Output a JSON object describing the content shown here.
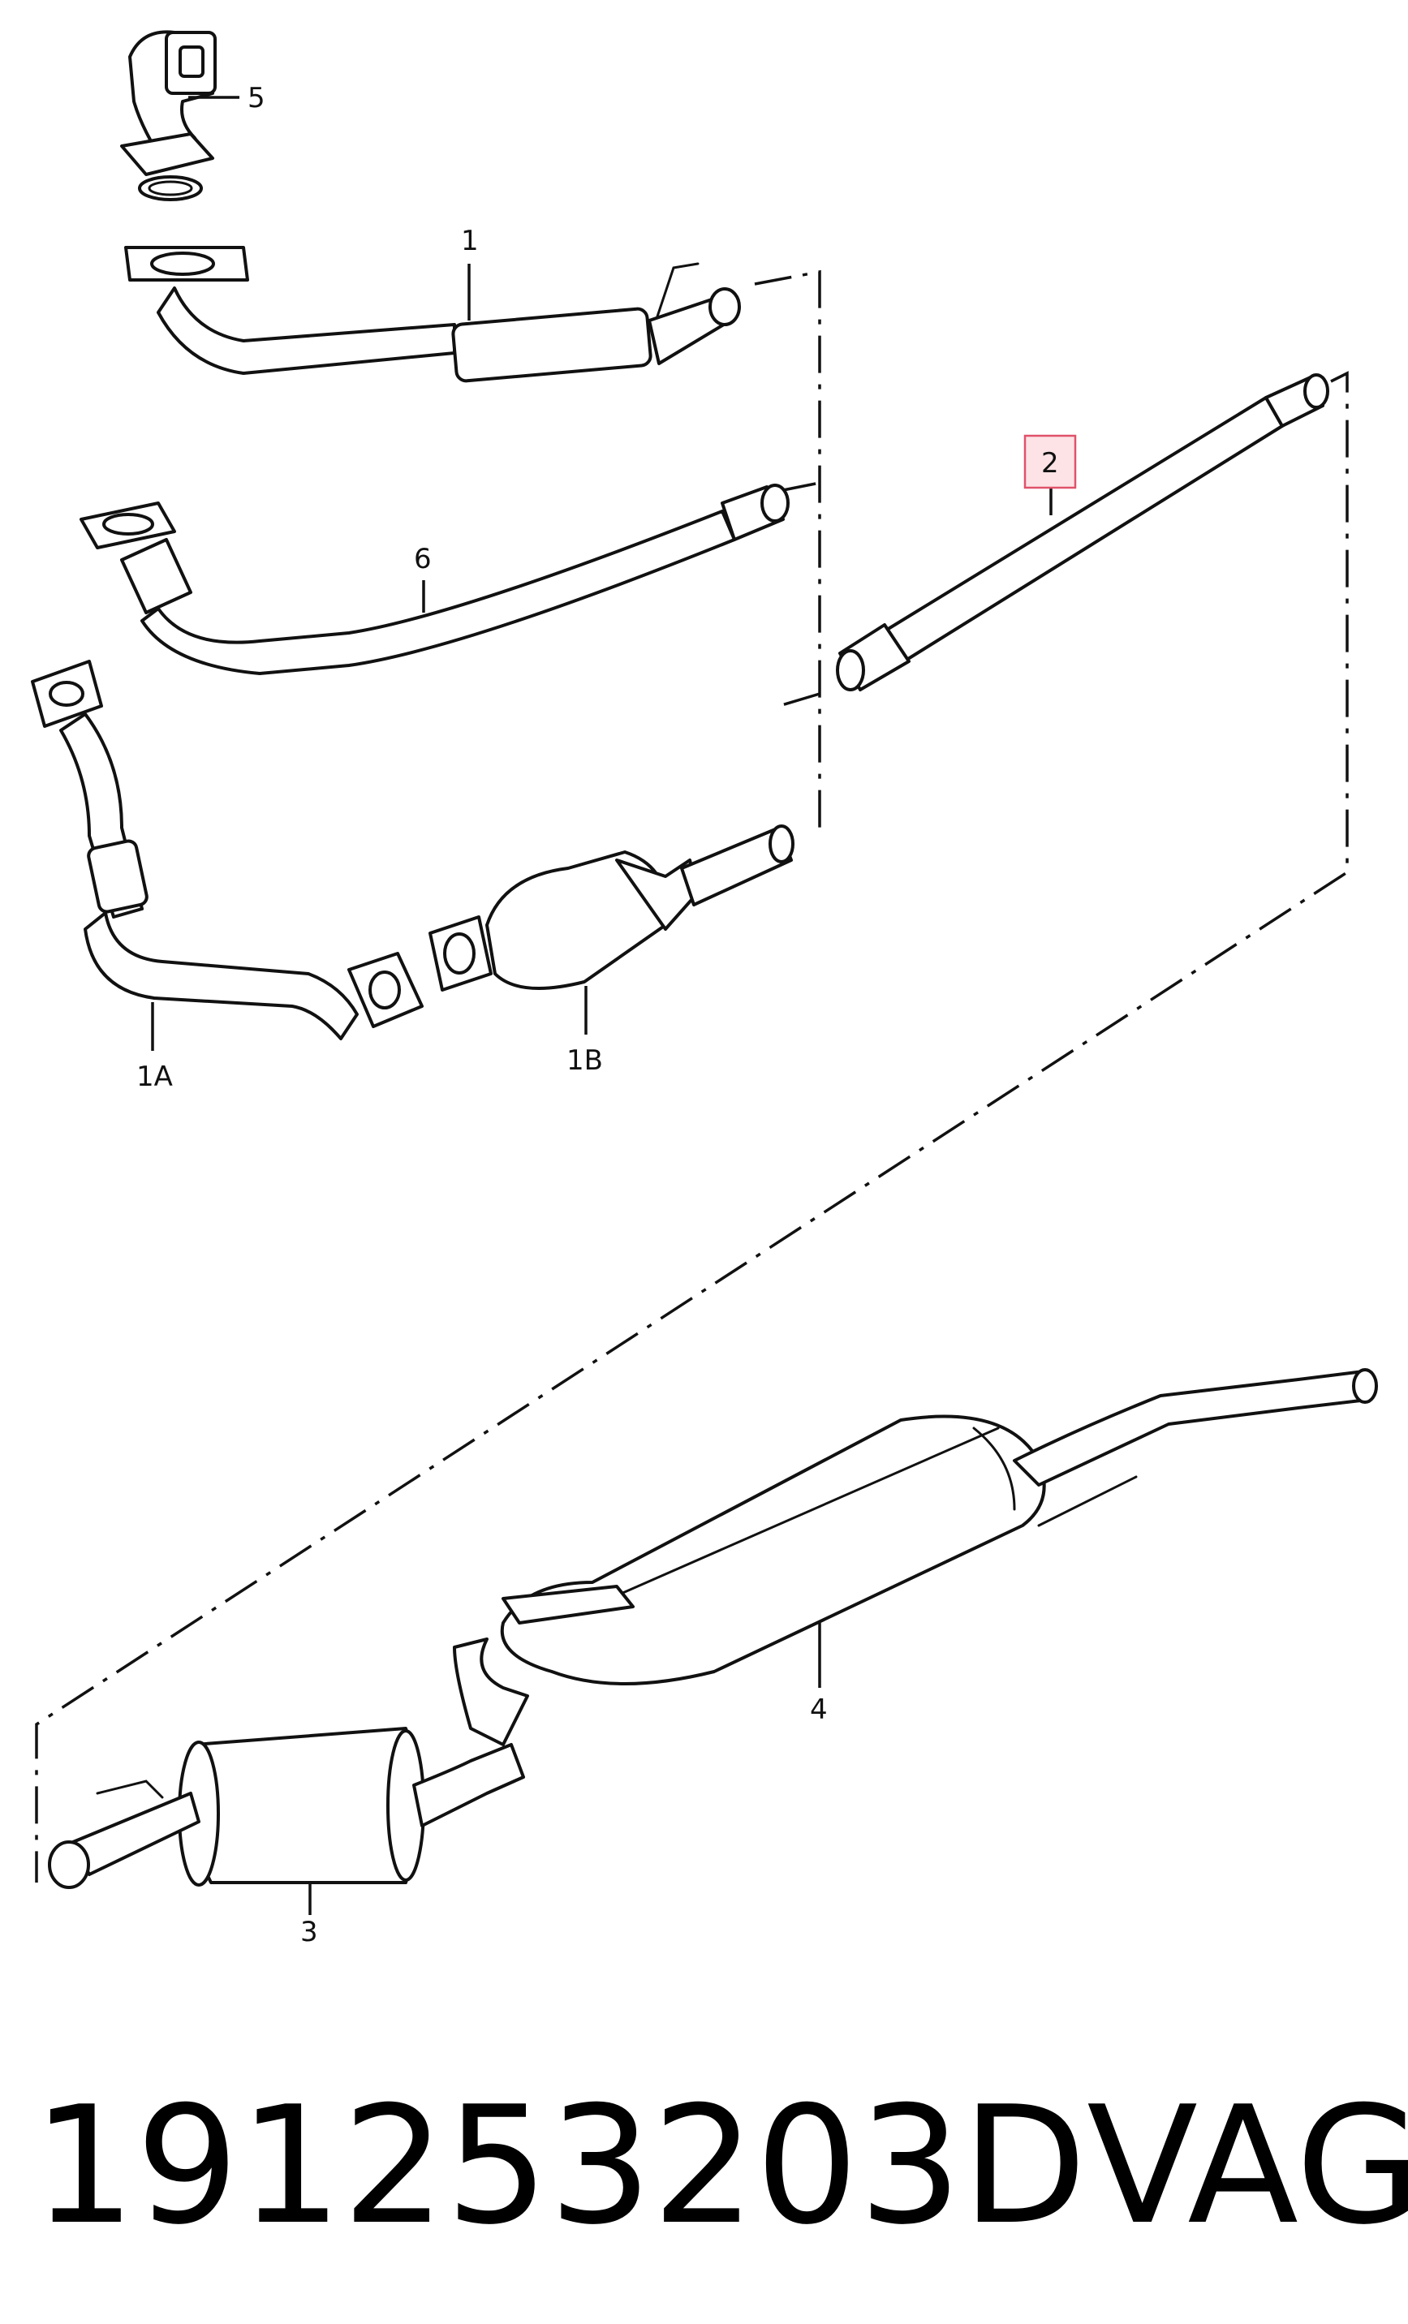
{
  "callouts": {
    "part_5": "5",
    "part_1": "1",
    "part_6": "6",
    "part_2": "2",
    "part_1a": "1A",
    "part_1b": "1B",
    "part_4": "4",
    "part_3": "3"
  },
  "highlighted_callout": "2",
  "colors": {
    "line": "#111111",
    "highlight_fill": "#fde3e6",
    "highlight_border": "#e0526a"
  },
  "footer": {
    "part_number": "191253203D",
    "brand": "VAG"
  }
}
